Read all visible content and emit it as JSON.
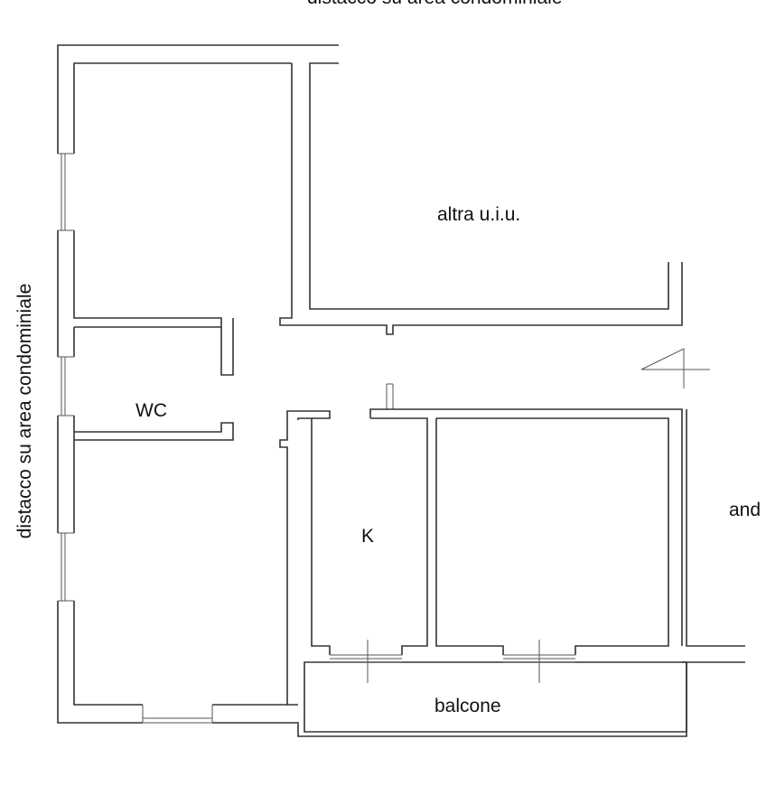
{
  "labels": {
    "top_boundary": "distacco su area condominiale",
    "left_boundary": "distacco su area condominiale",
    "other_unit": "altra u.i.u.",
    "wc": "WC",
    "kitchen": "K",
    "balcony": "balcone",
    "right_cut": "and"
  }
}
